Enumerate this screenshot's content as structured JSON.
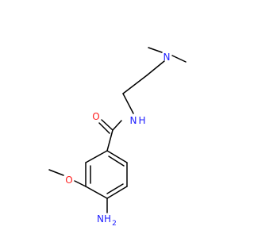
{
  "molecule": {
    "atoms": {
      "amide_n": {
        "symbol": "N",
        "hydrogen": "H",
        "color": "#2020ff"
      },
      "amide_o": {
        "symbol": "O",
        "color": "#ff2020"
      },
      "amine_n": {
        "symbol": "N",
        "color": "#2020ff"
      },
      "methoxy_o": {
        "symbol": "O",
        "color": "#ff2020"
      },
      "amino_n": {
        "symbol": "NH",
        "subscript": "2",
        "color": "#2020ff"
      }
    },
    "bond_color": "#000000"
  }
}
